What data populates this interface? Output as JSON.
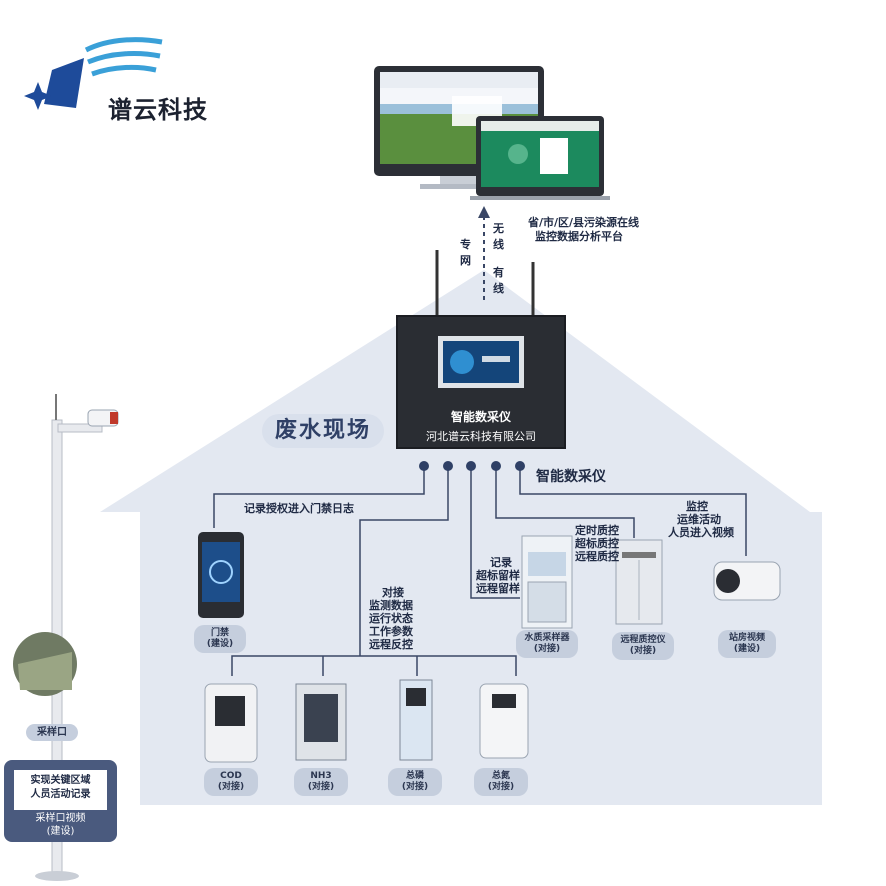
{
  "brand": {
    "name": "谱云科技"
  },
  "platform": {
    "line1": "省/市/区/县污染源在线",
    "line2": "监控数据分析平台"
  },
  "network": {
    "dedicated": [
      "专",
      "网"
    ],
    "wireless": [
      "无",
      "线"
    ],
    "wired": [
      "有",
      "线"
    ]
  },
  "site": {
    "title": "废水现场"
  },
  "device": {
    "name": "智能数采仪",
    "company": "河北谱云科技有限公司"
  },
  "connector_label": "智能数采仪",
  "links": {
    "access_log": "记录授权进入门禁日志",
    "interface": [
      "对接",
      "监测数据",
      "运行状态",
      "工作参数",
      "远程反控"
    ],
    "sampler": [
      "记录",
      "超标留样",
      "远程留样"
    ],
    "qc": [
      "定时质控",
      "超标质控",
      "远程质控"
    ],
    "monitor": [
      "监控",
      "运维活动",
      "人员进入视频"
    ]
  },
  "equipment": {
    "door": [
      "门禁",
      "(建设)"
    ],
    "sampler": [
      "水质采样器",
      "(对接)"
    ],
    "qc": [
      "远程质控仪",
      "(对接)"
    ],
    "camera": [
      "站房视频",
      "(建设)"
    ],
    "cod": [
      "COD",
      "(对接)"
    ],
    "nh3": [
      "NH3",
      "(对接)"
    ],
    "tp": [
      "总磷",
      "(对接)"
    ],
    "tn": [
      "总氮",
      "(对接)"
    ]
  },
  "outfall": {
    "label": "采样口",
    "record": [
      "实现关键区域",
      "人员活动记录"
    ],
    "video": [
      "采样口视频",
      "(建设)"
    ]
  },
  "colors": {
    "house": "#e3e8f1",
    "navy": "#2f4066",
    "line": "#3a4766",
    "pill": "#c5cedd"
  }
}
